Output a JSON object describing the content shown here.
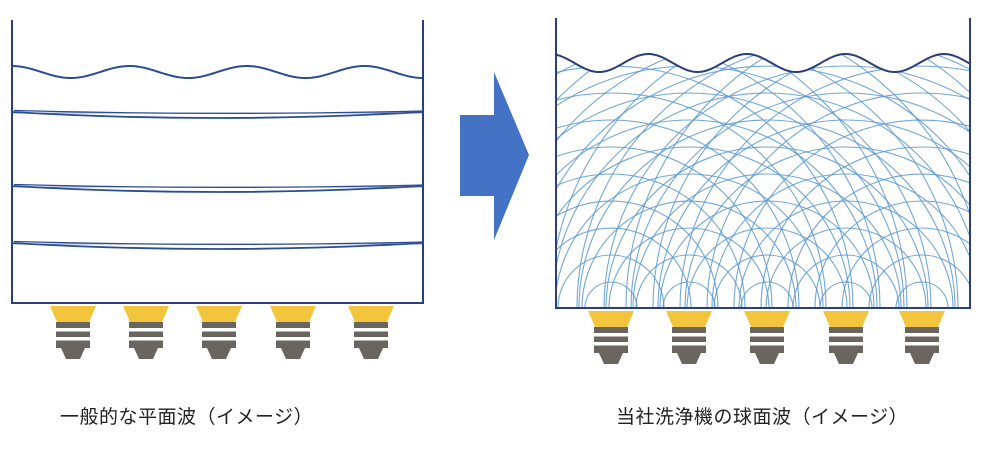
{
  "captions": {
    "left": "一般的な平面波（イメージ）",
    "right": "当社洗浄機の球面波（イメージ）"
  },
  "diagram": {
    "left_panel": {
      "wave_type": "plane",
      "transducer_count": 5,
      "plane_wave_count": 3
    },
    "right_panel": {
      "wave_type": "spherical",
      "transducer_count": 5
    }
  },
  "colors": {
    "container_outline": "#2a3f7a",
    "plane_wave": "#2c4c96",
    "spherical_wave": "#5b98d0",
    "arrow": "#4472c4",
    "transducer_cap": "#f2c53d",
    "transducer_body": "#6b6560",
    "transducer_band": "#ffffff"
  }
}
